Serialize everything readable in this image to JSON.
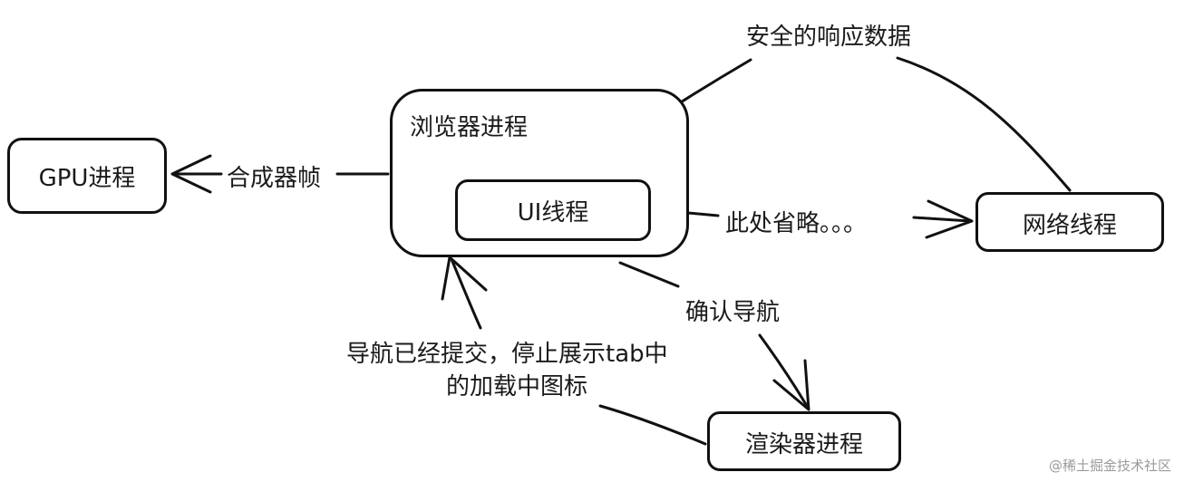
{
  "nodes": {
    "gpu_process": "GPU进程",
    "browser_process": "浏览器进程",
    "ui_thread": "UI线程",
    "network_thread": "网络线程",
    "renderer_process": "渲染器进程"
  },
  "edges": {
    "composite_frame": "合成器帧",
    "safe_response": "安全的响应数据",
    "omitted": "此处省略。。。",
    "confirm_navigation": "确认导航",
    "navigation_committed_line1": "导航已经提交，停止展示tab中",
    "navigation_committed_line2": "的加载中图标"
  },
  "watermark": "@稀土掘金技术社区"
}
